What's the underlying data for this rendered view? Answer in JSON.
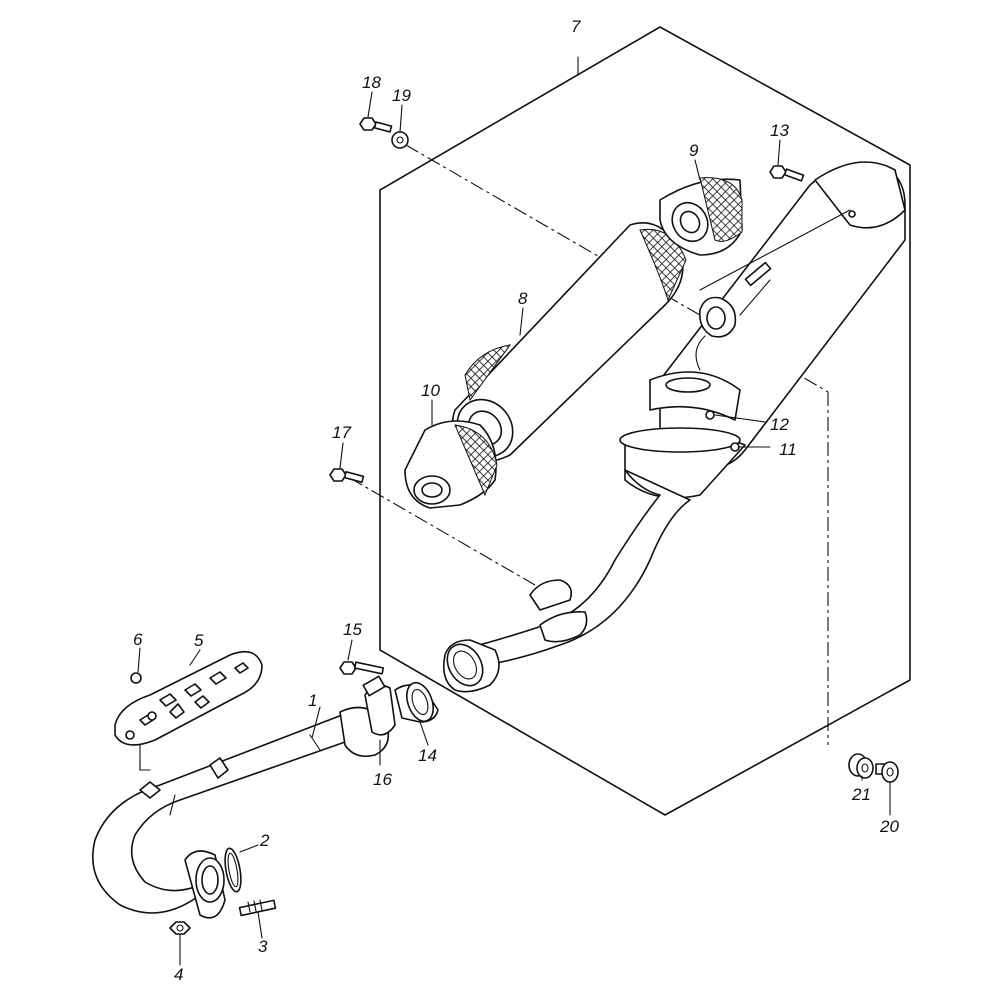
{
  "diagram": {
    "callouts": [
      {
        "id": "p1",
        "label": "1"
      },
      {
        "id": "p2",
        "label": "2"
      },
      {
        "id": "p3",
        "label": "3"
      },
      {
        "id": "p4",
        "label": "4"
      },
      {
        "id": "p5",
        "label": "5"
      },
      {
        "id": "p6",
        "label": "6"
      },
      {
        "id": "p7",
        "label": "7"
      },
      {
        "id": "p8",
        "label": "8"
      },
      {
        "id": "p9",
        "label": "9"
      },
      {
        "id": "p10",
        "label": "10"
      },
      {
        "id": "p11",
        "label": "11"
      },
      {
        "id": "p12",
        "label": "12"
      },
      {
        "id": "p13",
        "label": "13"
      },
      {
        "id": "p14",
        "label": "14"
      },
      {
        "id": "p15",
        "label": "15"
      },
      {
        "id": "p16",
        "label": "16"
      },
      {
        "id": "p17",
        "label": "17"
      },
      {
        "id": "p18",
        "label": "18"
      },
      {
        "id": "p19",
        "label": "19"
      },
      {
        "id": "p20",
        "label": "20"
      },
      {
        "id": "p21",
        "label": "21"
      }
    ],
    "colors": {
      "ink": "#111111",
      "paper": "#ffffff"
    }
  }
}
